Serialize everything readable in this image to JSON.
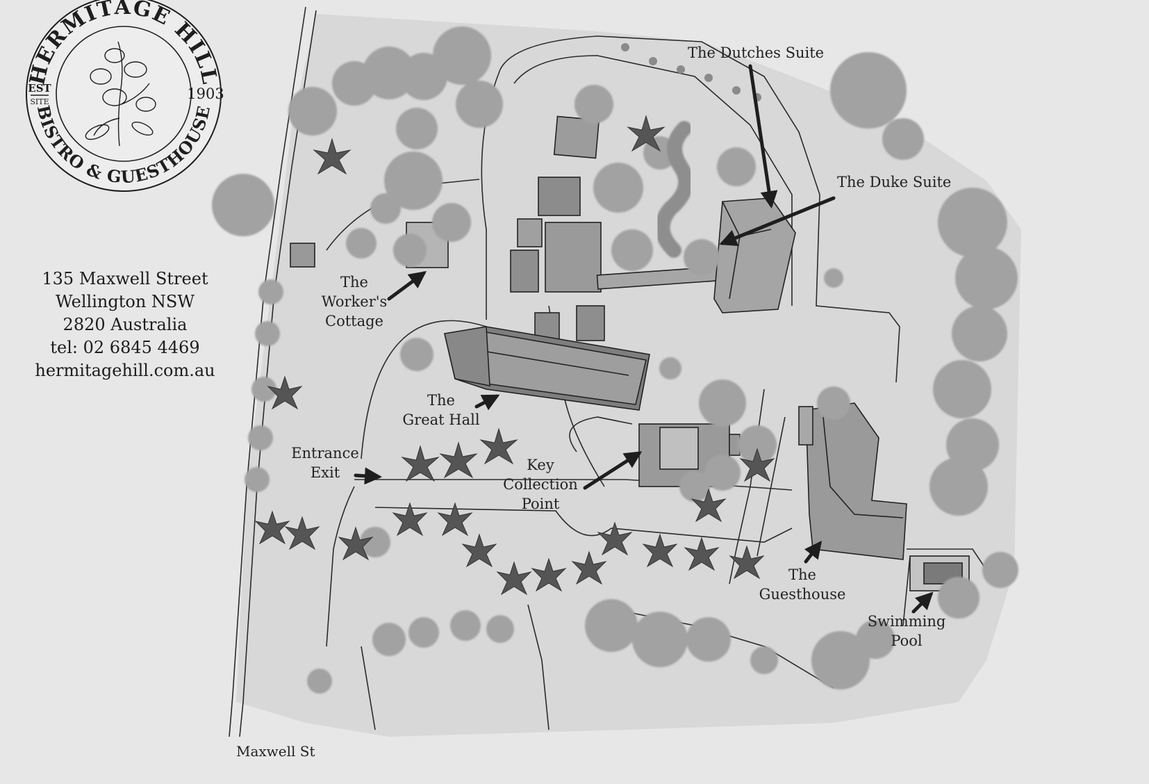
{
  "logo": {
    "arc_top": "HERMITAGE HILL",
    "arc_bottom": "BISTRO & GUESTHOUSE",
    "est_top": "EST",
    "est_bottom": "SITE",
    "year": "1903"
  },
  "address": {
    "street": "135 Maxwell Street",
    "town": "Wellington NSW",
    "postcode": "2820 Australia",
    "phone": "tel: 02 6845 4469",
    "website": "hermitagehill.com.au"
  },
  "labels": {
    "dutches_suite": "The Dutches Suite",
    "duke_suite": "The Duke Suite",
    "workers_cottage": [
      "The",
      "Worker's",
      "Cottage"
    ],
    "great_hall": [
      "The",
      "Great Hall"
    ],
    "entrance_exit": [
      "Entrance",
      "Exit"
    ],
    "key_collection": [
      "Key",
      "Collection",
      "Point"
    ],
    "guesthouse": [
      "The",
      "Guesthouse"
    ],
    "swimming_pool": [
      "Swimming",
      "Pool"
    ],
    "maxwell_st": "Maxwell St"
  },
  "colors": {
    "paper": "#e6e6e6",
    "ink": "#1e1e1e",
    "tree": "#9a9a9a",
    "roof": "#8a8a8a"
  }
}
